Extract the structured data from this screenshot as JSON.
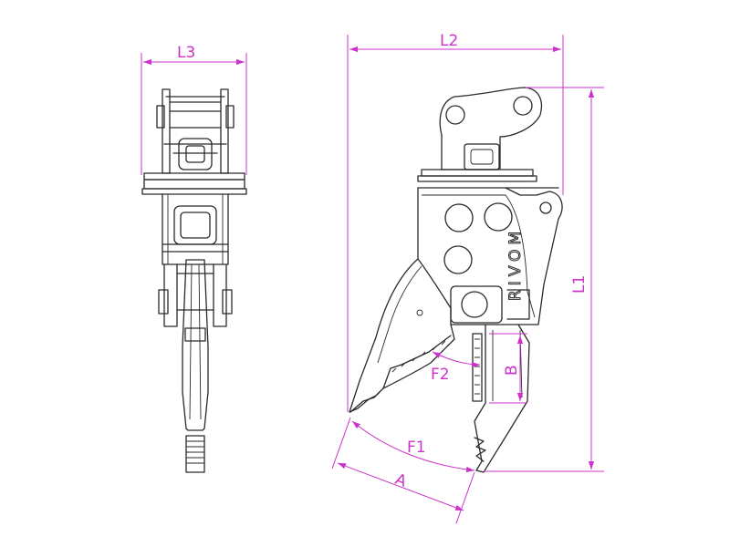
{
  "colors": {
    "dimension": "#cc33cc",
    "ink": "#2a2a2a",
    "background": "#ffffff"
  },
  "labels": {
    "l1": "L1",
    "l2": "L2",
    "l3": "L3",
    "a": "A",
    "b": "B",
    "f1": "F1",
    "f2": "F2"
  },
  "brand": {
    "text": "RIVOM"
  }
}
